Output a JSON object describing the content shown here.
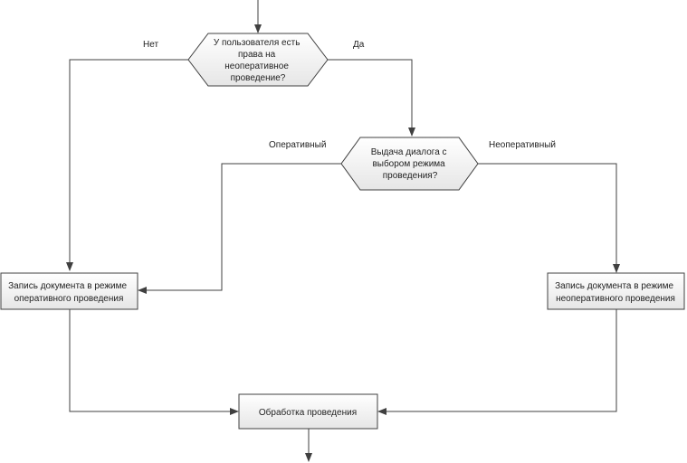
{
  "nodes": {
    "decision_rights": [
      "У пользователя есть",
      "права на",
      "неоперативное",
      "проведение?"
    ],
    "decision_dialog": [
      "Выдача диалога с",
      "выбором режима",
      "проведения?"
    ],
    "write_operative": [
      "Запись документа в режиме",
      "оперативного проведения"
    ],
    "write_nonoperative": [
      "Запись документа в режиме",
      "неоперативного проведения"
    ],
    "processing": [
      "Обработка проведения"
    ]
  },
  "edges": {
    "no": "Нет",
    "yes": "Да",
    "operative": "Оперативный",
    "nonoperative": "Неоперативный"
  },
  "colors": {
    "shape_fill_top": "#ffffff",
    "shape_fill_bottom": "#e6e6e6",
    "stroke": "#404040"
  }
}
